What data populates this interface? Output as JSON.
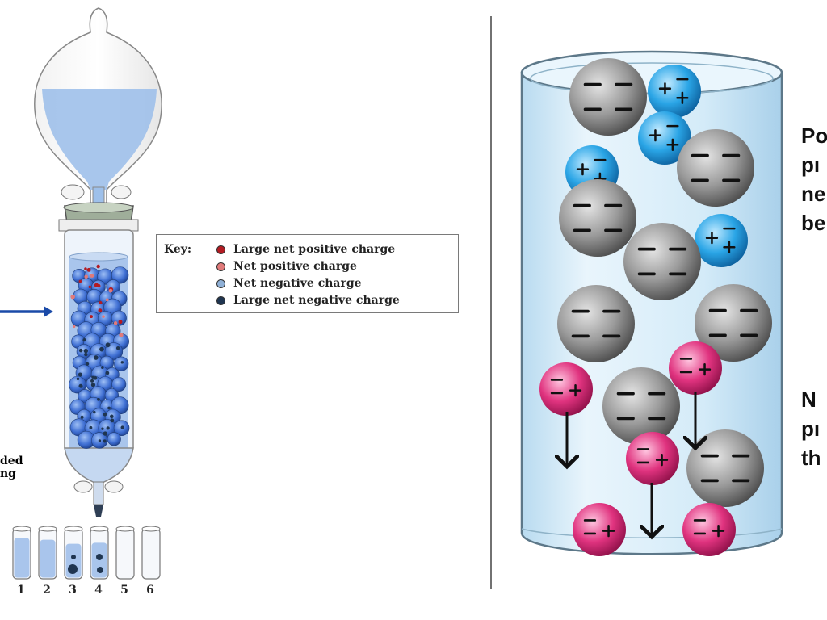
{
  "key": {
    "title": "Key:",
    "items": [
      {
        "label": "Large net positive charge",
        "color": "#b31b22"
      },
      {
        "label": "Net positive charge",
        "color": "#e07a7a"
      },
      {
        "label": "Net negative charge",
        "color": "#8fb0d6"
      },
      {
        "label": "Large net negative charge",
        "color": "#1f3550"
      }
    ]
  },
  "left_labels": {
    "line1": "ded",
    "line2": "ng"
  },
  "tube_numbers": [
    "1",
    "2",
    "3",
    "4",
    "5",
    "6"
  ],
  "right_text": {
    "block1": [
      "Po",
      "pı",
      "ne",
      "be"
    ],
    "block2": [
      "N",
      "pı",
      "th"
    ]
  },
  "colors": {
    "column_liquid": "#a9c5ec",
    "bead_blue": "#3f6fd3",
    "positive_protein": "#2aa5e6",
    "negative_protein": "#e0337f",
    "bead_gray": "#8a8a8a",
    "arrow_blue": "#1a4aa8"
  }
}
